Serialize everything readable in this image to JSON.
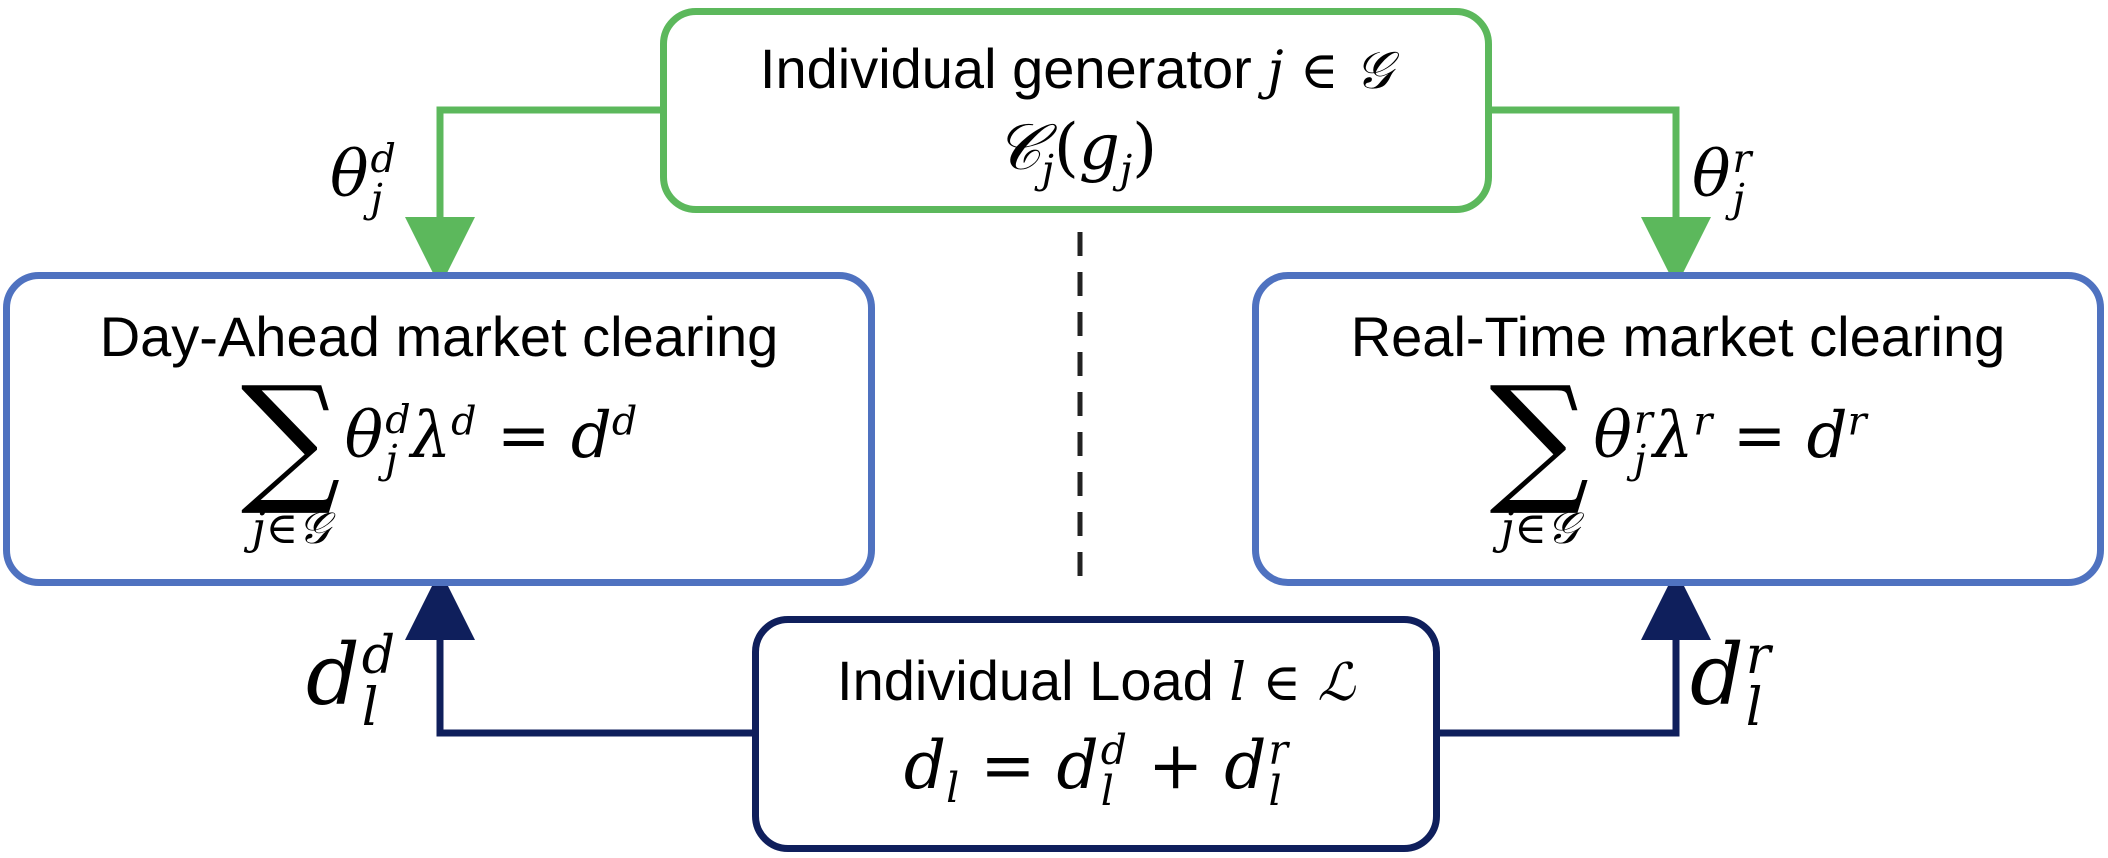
{
  "colors": {
    "generator": "#5cb85c",
    "market": "#4f72c0",
    "load": "#0f1f5c",
    "dashed": "#222222"
  },
  "generator": {
    "title": "Individual generator",
    "index_var": "j",
    "set_symbol": "𝒢",
    "formula": {
      "func": "𝒞",
      "sub": "j",
      "arg": "g",
      "arg_sub": "j"
    }
  },
  "day_ahead": {
    "title": "Day-Ahead market clearing",
    "theta": "θ",
    "theta_sup": "d",
    "theta_sub": "j",
    "lambda": "λ",
    "lambda_sup": "d",
    "rhs": "d",
    "rhs_sup": "d",
    "under": "j∈𝒢"
  },
  "real_time": {
    "title": "Real-Time market clearing",
    "theta": "θ",
    "theta_sup": "r",
    "theta_sub": "j",
    "lambda": "λ",
    "lambda_sup": "r",
    "rhs": "d",
    "rhs_sup": "r",
    "under": "j∈𝒢"
  },
  "load": {
    "title": "Individual Load",
    "index_var": "l",
    "set_symbol": "ℒ",
    "lhs": "d",
    "lhs_sub": "l",
    "t1": "d",
    "t1_sup": "d",
    "t1_sub": "l",
    "t2": "d",
    "t2_sup": "r",
    "t2_sub": "l"
  },
  "edge_labels": {
    "theta_left": {
      "base": "θ",
      "sup": "d",
      "sub": "j"
    },
    "theta_right": {
      "base": "θ",
      "sup": "r",
      "sub": "j"
    },
    "d_left": {
      "base": "d",
      "sup": "d",
      "sub": "l"
    },
    "d_right": {
      "base": "d",
      "sup": "r",
      "sub": "l"
    }
  }
}
